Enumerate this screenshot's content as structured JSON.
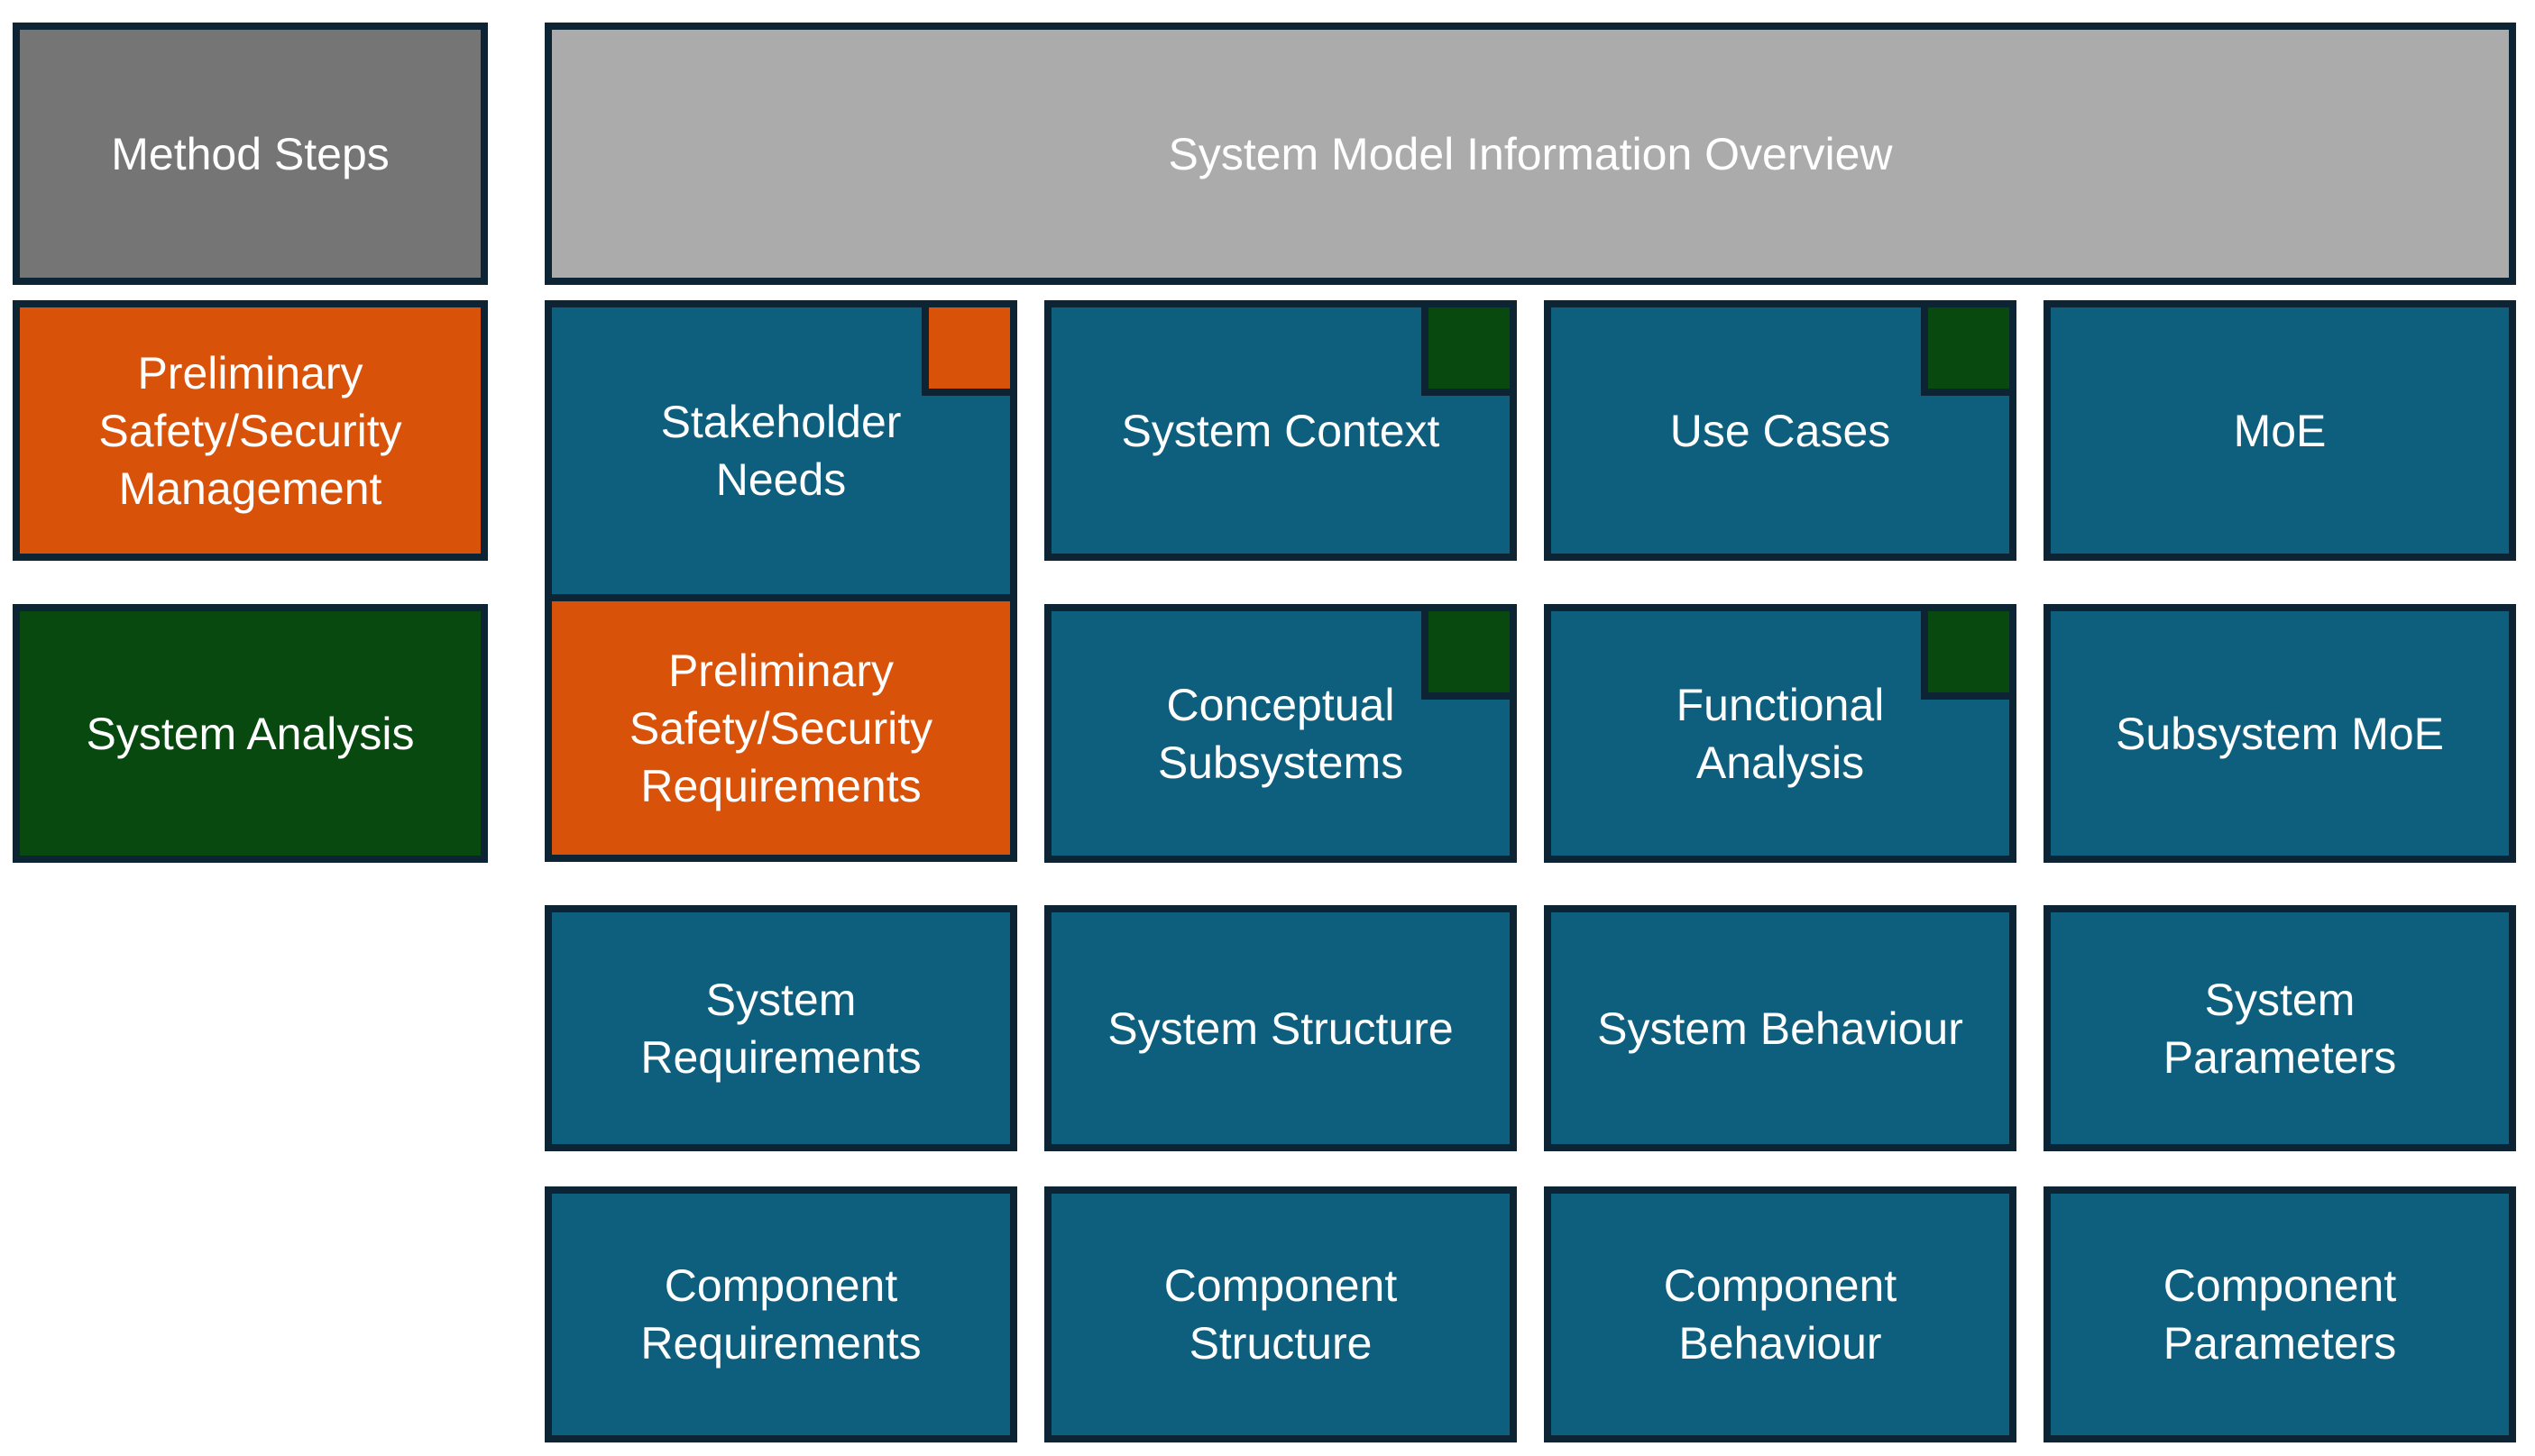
{
  "palette": {
    "teal": "#0E5E7E",
    "orange": "#D9520A",
    "green": "#07490F",
    "border_navy": "#0C2433",
    "gray_dark": "#757575",
    "gray_light": "#ABABAB",
    "text_white": "#FFFFFF"
  },
  "sidebar": {
    "header": {
      "label": "Method Steps"
    },
    "steps": [
      {
        "label": "Preliminary\nSafety/Security\nManagement",
        "color": "#D9520A"
      },
      {
        "label": "System Analysis",
        "color": "#07490F"
      }
    ]
  },
  "overview": {
    "header": {
      "label": "System Model Information Overview"
    },
    "rows": [
      [
        {
          "id": "stakeholder-needs",
          "label": "Stakeholder\nNeeds",
          "badge": "orange"
        },
        {
          "id": "system-context",
          "label": "System Context",
          "badge": "green"
        },
        {
          "id": "use-cases",
          "label": "Use Cases",
          "badge": "green"
        },
        {
          "id": "moe",
          "label": "MoE",
          "badge": null
        }
      ],
      [
        {
          "id": "preliminary-safety-security-requirements",
          "label": "Preliminary\nSafety/Security\nRequirements",
          "fill": "#D9520A",
          "badge": null
        },
        {
          "id": "conceptual-subsystems",
          "label": "Conceptual\nSubsystems",
          "badge": "green"
        },
        {
          "id": "functional-analysis",
          "label": "Functional\nAnalysis",
          "badge": "green"
        },
        {
          "id": "subsystem-moe",
          "label": "Subsystem MoE",
          "badge": null
        }
      ],
      [
        {
          "id": "system-requirements",
          "label": "System\nRequirements",
          "badge": null
        },
        {
          "id": "system-structure",
          "label": "System Structure",
          "badge": null
        },
        {
          "id": "system-behaviour",
          "label": "System Behaviour",
          "badge": null
        },
        {
          "id": "system-parameters",
          "label": "System\nParameters",
          "badge": null
        }
      ],
      [
        {
          "id": "component-requirements",
          "label": "Component\nRequirements",
          "badge": null
        },
        {
          "id": "component-structure",
          "label": "Component\nStructure",
          "badge": null
        },
        {
          "id": "component-behaviour",
          "label": "Component\nBehaviour",
          "badge": null
        },
        {
          "id": "component-parameters",
          "label": "Component\nParameters",
          "badge": null
        }
      ]
    ]
  }
}
